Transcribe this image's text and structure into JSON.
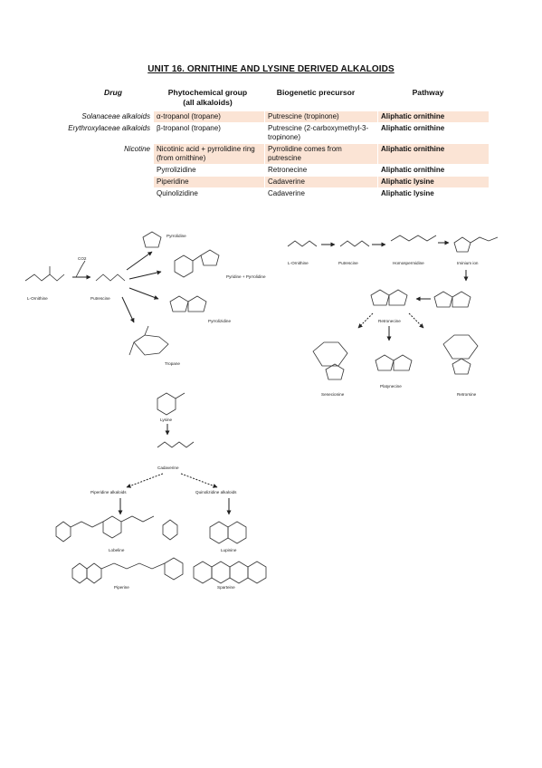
{
  "title": "UNIT 16. ORNITHINE AND LYSINE DERIVED ALKALOIDS",
  "table": {
    "headers": {
      "drug": "Drug",
      "phytochemical": "Phytochemical group",
      "phytochemical_sub": "(all alkaloids)",
      "biogenetic": "Biogenetic precursor",
      "pathway": "Pathway"
    },
    "rows": [
      {
        "drug": "Solanaceae alkaloids",
        "group": "α-tropanol (tropane)",
        "precursor": "Putrescine (tropinone)",
        "pathway": "Aliphatic ornithine"
      },
      {
        "drug": "Erythroxylaceae alkaloids",
        "group": "β-tropanol (tropane)",
        "precursor": "Putrescine (2-carboxymethyl-3-tropinone)",
        "pathway": "Aliphatic ornithine"
      },
      {
        "drug": "Nicotine",
        "group": "Nicotinic acid + pyrrolidine ring (from ornithine)",
        "precursor": "Pyrrolidine comes from putrescine",
        "pathway": "Aliphatic ornithine"
      },
      {
        "drug": "",
        "group": "Pyrrolizidine",
        "precursor": "Retronecine",
        "pathway": "Aliphatic ornithine"
      },
      {
        "drug": "",
        "group": "Piperidine",
        "precursor": "Cadaverine",
        "pathway": "Aliphatic lysine"
      },
      {
        "drug": "",
        "group": "Quinolizidine",
        "precursor": "Cadaverine",
        "pathway": "Aliphatic lysine"
      }
    ]
  },
  "scheme_ornithine": {
    "co2": "CO2",
    "l_ornithine": "L-Ornithine",
    "putrescine": "Putrescine",
    "pyrrolidine": "Pyrrolidine",
    "pyridine_pyrrolidine": "Pyridine + Pyrrolidine",
    "pyrrolizidine": "Pyrrolizidine",
    "tropane": "Tropane"
  },
  "scheme_retronecine": {
    "l_ornithine": "L-Ornithine",
    "putrescine": "Putrescine",
    "homospermidine": "Homospermidine",
    "iminium": "Iminium ion",
    "retronecine": "Retronecine",
    "senecionine": "Senecionine",
    "platinecine": "Platynecine",
    "retrorsine": "Retrorsine"
  },
  "scheme_lysine": {
    "lysine": "Lysine",
    "cadaverine": "Cadaverine",
    "piperidine_alk": "Piperidine alkaloids",
    "quinolizidine_alk": "Quinolizidine alkaloids",
    "lobeline": "Lobeline",
    "lupinine": "Lupinine",
    "piperine": "Piperine",
    "sparteine": "Sparteine"
  }
}
